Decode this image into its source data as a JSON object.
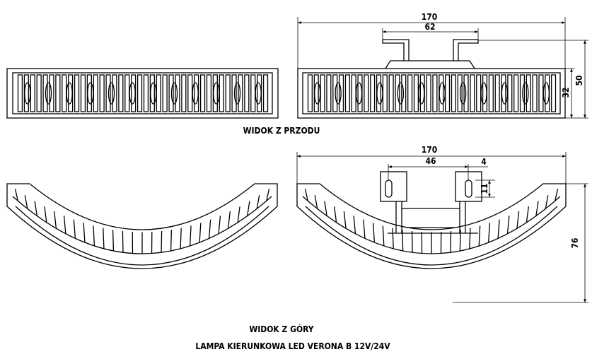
{
  "captions": {
    "front_view": "WIDOK Z PRZODU",
    "top_view": "WIDOK Z GÓRY",
    "product": "LAMPA KIERUNKOWA LED VERONA B 12V/24V"
  },
  "dimensions": {
    "front_total_width": "170",
    "front_bracket_width": "62",
    "front_total_height": "50",
    "front_body_height": "32",
    "top_total_width": "170",
    "top_hole_spacing": "46",
    "top_slot_width": "4",
    "top_slot_height": "11",
    "top_depth": "76"
  },
  "colors": {
    "line": "#000000",
    "background": "#ffffff"
  }
}
